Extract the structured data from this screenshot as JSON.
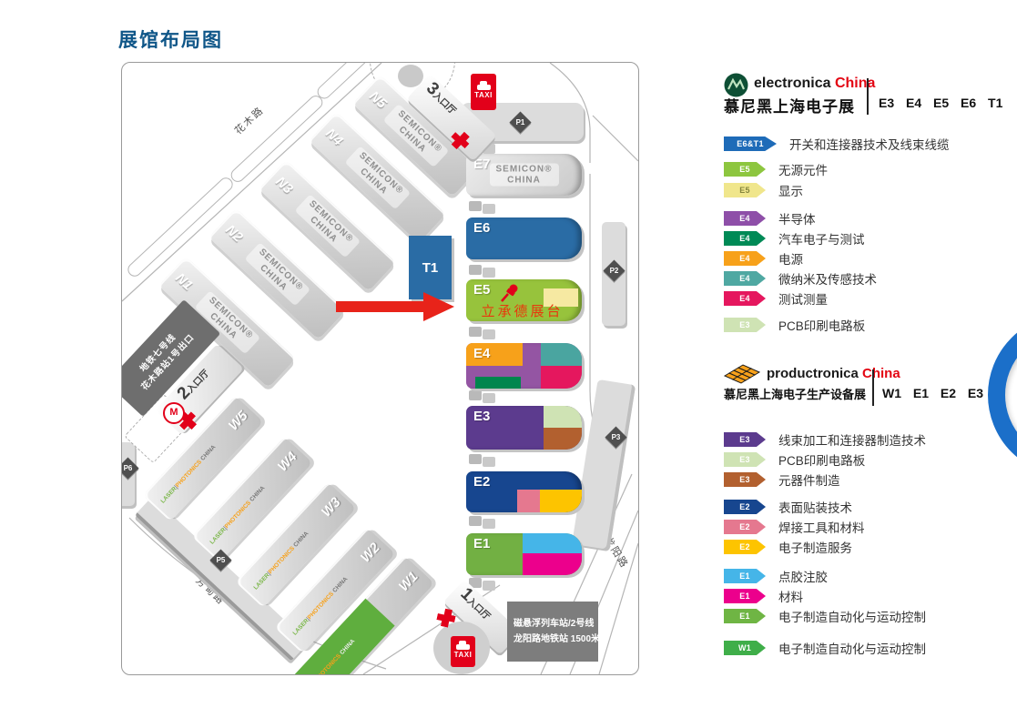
{
  "title": "展馆布局图",
  "map": {
    "roads": {
      "huamu": "花木路",
      "fangdian": "芳甸路",
      "longyang": "龙阳路"
    },
    "north_halls": [
      "N1",
      "N2",
      "N3",
      "N4",
      "N5"
    ],
    "west_halls": [
      "W5",
      "W4",
      "W3",
      "W2",
      "W1"
    ],
    "east_halls": {
      "e7": "E7",
      "e6": "E6",
      "e5": "E5",
      "e4": "E4",
      "e3": "E3",
      "e2": "E2",
      "e1": "E1",
      "t1": "T1"
    },
    "semicon_brand": {
      "line1": "SEMICON®",
      "line2": "CHINA"
    },
    "laser_brand": {
      "laser": "LASER",
      "sep": "|",
      "photonics": "PHOTONICS",
      "china": "CHINA"
    },
    "entrances": {
      "hall3": {
        "num": "3",
        "label": "入口厅"
      },
      "hall2": {
        "num": "2",
        "label": "入口厅"
      },
      "hall1": {
        "num": "1",
        "label": "入口厅"
      }
    },
    "parking": {
      "p1": "P1",
      "p2": "P2",
      "p3": "P3",
      "p5": "P5",
      "p6": "P6"
    },
    "taxi_label": "TAXI",
    "metro_logo": "M",
    "metro_exit": {
      "line1": "地铁七号线",
      "line2": "花木路站1号出口"
    },
    "maglev": {
      "line1": "磁悬浮列车站/2号线",
      "line2": "龙阳路地铁站 1500米"
    },
    "booth": {
      "hall": "E5",
      "name": "立承德展台"
    }
  },
  "legend": {
    "electronica": {
      "name": "electronica",
      "region": "China",
      "cn": "慕尼黑上海电子展",
      "halls": "E3 E4 E5 E6 T1",
      "items": [
        {
          "badge": "E6&T1",
          "color": "#1e6bb8",
          "text_color": "#ffffff",
          "label": "开关和连接器技术及线束线缆"
        },
        {
          "badge": "E5",
          "color": "#8dc63f",
          "text_color": "#ffffff",
          "label": "无源元件"
        },
        {
          "badge": "E5",
          "color": "#f0e68c",
          "text_color": "#85853e",
          "label": "显示"
        },
        {
          "badge": "E4",
          "color": "#8e4fa8",
          "text_color": "#ffffff",
          "label": "半导体"
        },
        {
          "badge": "E4",
          "color": "#008a56",
          "text_color": "#ffffff",
          "label": "汽车电子与测试"
        },
        {
          "badge": "E4",
          "color": "#f7a11a",
          "text_color": "#ffffff",
          "label": "电源"
        },
        {
          "badge": "E4",
          "color": "#4fa8a2",
          "text_color": "#ffffff",
          "label": "微纳米及传感技术"
        },
        {
          "badge": "E4",
          "color": "#e5175e",
          "text_color": "#ffffff",
          "label": "测试测量"
        },
        {
          "badge": "E3",
          "color": "#cfe3b4",
          "text_color": "#ffffff",
          "label": "PCB印刷电路板"
        }
      ]
    },
    "productronica": {
      "name": "productronica",
      "region": "China",
      "cn": "慕尼黑上海电子生产设备展",
      "halls": "W1 E1 E2 E3",
      "items": [
        {
          "badge": "E3",
          "color": "#5c3b8e",
          "text_color": "#ffffff",
          "label": "线束加工和连接器制造技术"
        },
        {
          "badge": "E3",
          "color": "#cfe3b4",
          "text_color": "#ffffff",
          "label": "PCB印刷电路板"
        },
        {
          "badge": "E3",
          "color": "#b2602f",
          "text_color": "#ffffff",
          "label": "元器件制造"
        },
        {
          "badge": "E2",
          "color": "#17468f",
          "text_color": "#ffffff",
          "label": "表面贴装技术"
        },
        {
          "badge": "E2",
          "color": "#e5788f",
          "text_color": "#ffffff",
          "label": "焊接工具和材料"
        },
        {
          "badge": "E2",
          "color": "#fdc400",
          "text_color": "#ffffff",
          "label": "电子制造服务"
        },
        {
          "badge": "E1",
          "color": "#45b5e8",
          "text_color": "#ffffff",
          "label": "点胶注胶"
        },
        {
          "badge": "E1",
          "color": "#ec008c",
          "text_color": "#ffffff",
          "label": "材料"
        },
        {
          "badge": "E1",
          "color": "#6fb544",
          "text_color": "#ffffff",
          "label": "电子制造自动化与运动控制"
        },
        {
          "badge": "W1",
          "color": "#3fae49",
          "text_color": "#ffffff",
          "label": "电子制造自动化与运动控制"
        }
      ]
    }
  }
}
